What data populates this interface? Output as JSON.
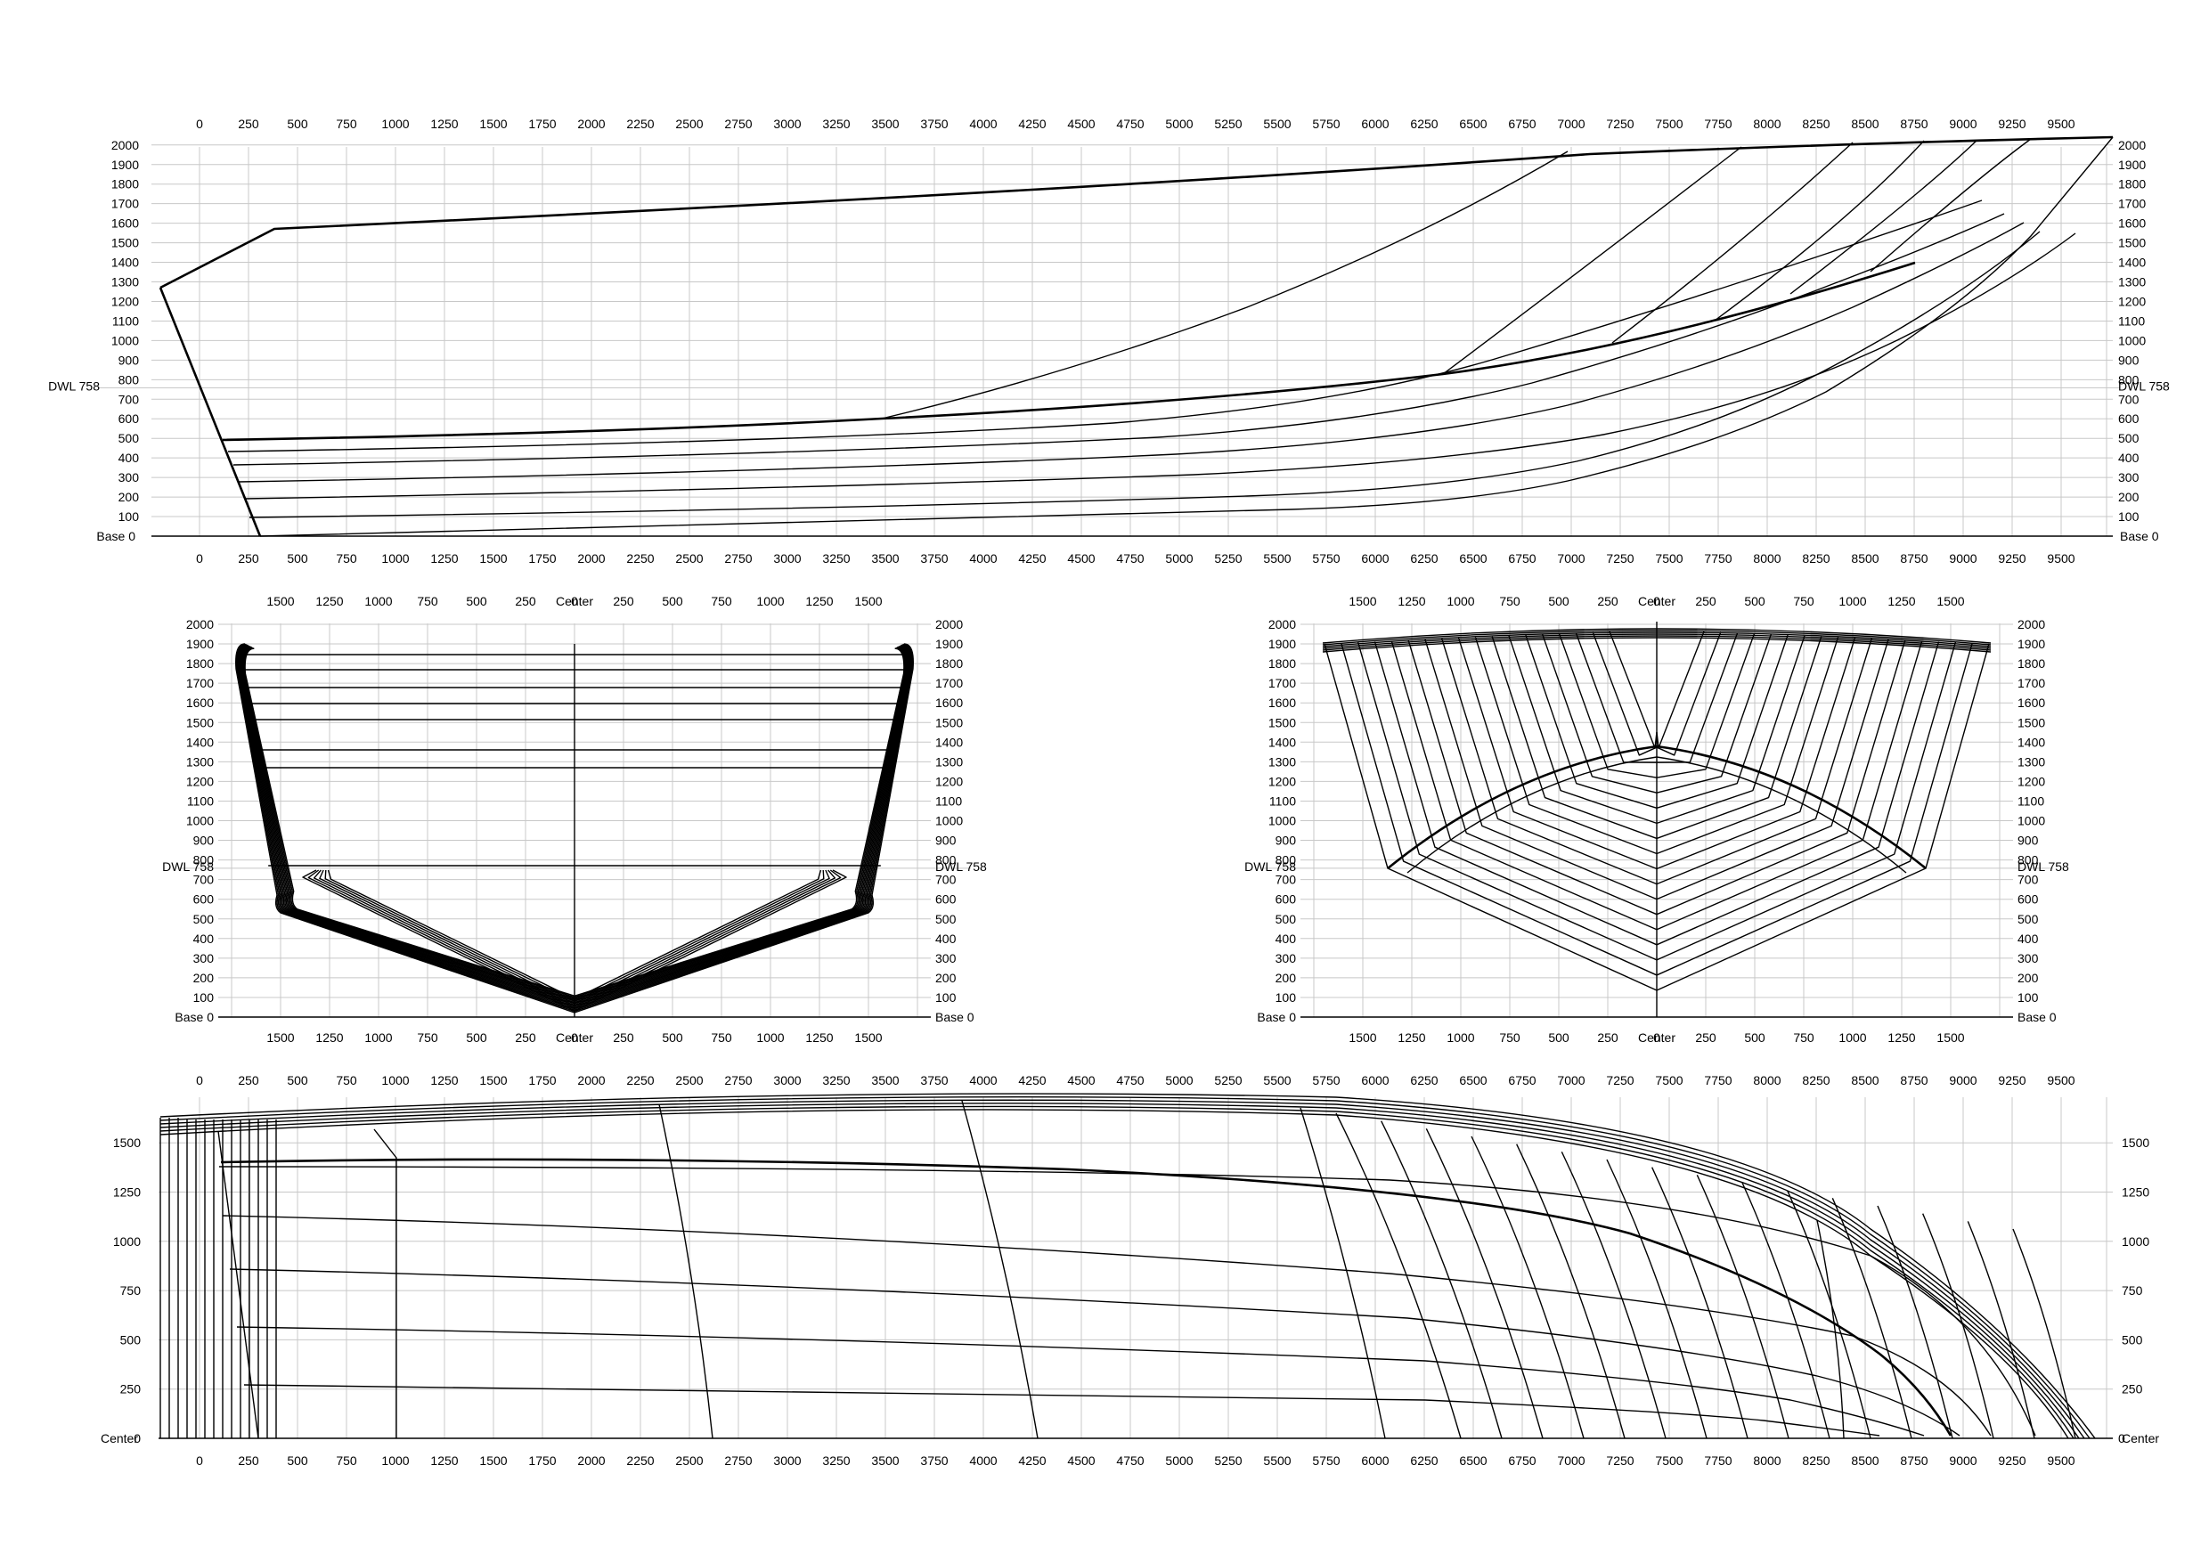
{
  "labels": {
    "dwl": "DWL 758",
    "base": "Base 0",
    "center": "Center",
    "zero": "0"
  },
  "axes": {
    "x_lengths": [
      "0",
      "250",
      "500",
      "750",
      "1000",
      "1250",
      "1500",
      "1750",
      "2000",
      "2250",
      "2500",
      "2750",
      "3000",
      "3250",
      "3500",
      "3750",
      "4000",
      "4250",
      "4500",
      "4750",
      "5000",
      "5250",
      "5500",
      "5750",
      "6000",
      "6250",
      "6500",
      "6750",
      "7000",
      "7250",
      "7500",
      "7750",
      "8000",
      "8250",
      "8500",
      "8750",
      "9000",
      "9250",
      "9500"
    ],
    "heights": [
      "2000",
      "1900",
      "1800",
      "1700",
      "1600",
      "1500",
      "1400",
      "1300",
      "1200",
      "1100",
      "1000",
      "900",
      "800",
      "700",
      "600",
      "500",
      "400",
      "300",
      "200",
      "100"
    ],
    "half_breadths_left": [
      "1500",
      "1250",
      "1000",
      "750",
      "500",
      "250"
    ],
    "half_breadths_right": [
      "250",
      "500",
      "750",
      "1000",
      "1250",
      "1500"
    ],
    "plan_breadths": [
      "1500",
      "1250",
      "1000",
      "750",
      "500",
      "250"
    ]
  },
  "views": {
    "profile": {
      "name": "profile-view"
    },
    "body_aft": {
      "name": "body-plan-aft"
    },
    "body_fwd": {
      "name": "body-plan-forward"
    },
    "plan": {
      "name": "plan-view"
    }
  }
}
